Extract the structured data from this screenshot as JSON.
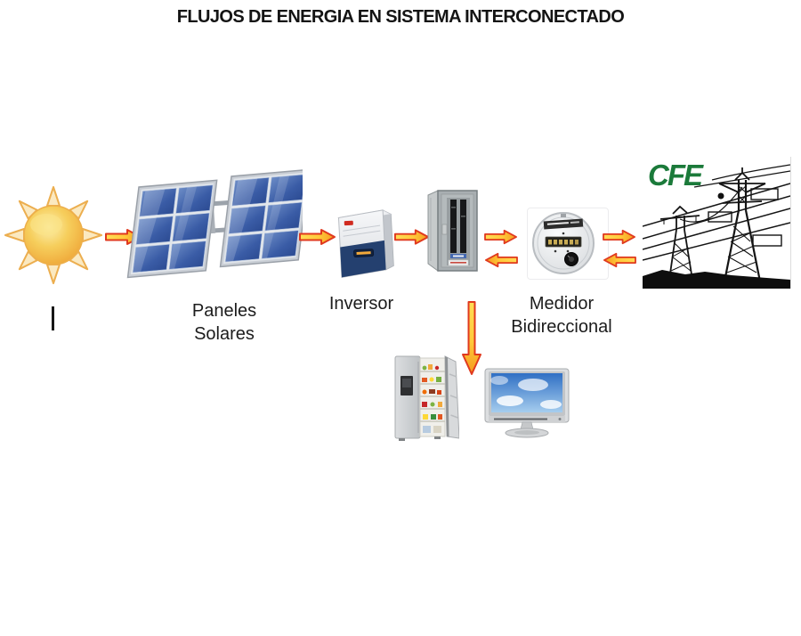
{
  "title": "FLUJOS DE ENERGIA EN SISTEMA INTERCONECTADO",
  "labels": {
    "panels_line1": "Paneles",
    "panels_line2": "Solares",
    "inverter": "Inversor",
    "meter_line1": "Medidor",
    "meter_line2": "Bidireccional",
    "cfe_logo": "CFE"
  },
  "icons": [
    "sun-icon",
    "solar-panels-icon",
    "inverter-icon",
    "breaker-panel-icon",
    "electric-meter-icon",
    "transmission-towers-icon",
    "refrigerator-icon",
    "tv-icon",
    "text-cursor"
  ],
  "flows": [
    {
      "from": "sun",
      "to": "solar-panels",
      "direction": "right"
    },
    {
      "from": "solar-panels",
      "to": "inverter",
      "direction": "right"
    },
    {
      "from": "inverter",
      "to": "breaker-panel",
      "direction": "right"
    },
    {
      "from": "breaker-panel",
      "to": "bidirectional-meter",
      "direction": "right"
    },
    {
      "from": "bidirectional-meter",
      "to": "breaker-panel",
      "direction": "left"
    },
    {
      "from": "bidirectional-meter",
      "to": "cfe-grid",
      "direction": "right"
    },
    {
      "from": "cfe-grid",
      "to": "bidirectional-meter",
      "direction": "left"
    },
    {
      "from": "breaker-panel",
      "to": "home-appliances",
      "direction": "down"
    }
  ],
  "colors": {
    "arrow_fill_start": "#FFDD55",
    "arrow_fill_end": "#F59A1E",
    "arrow_border": "#E0391E",
    "cfe_green": "#1B7A3A",
    "panel_cell_blue": "#3A5CA6",
    "inverter_navy": "#24406F",
    "title_text": "#141414"
  }
}
